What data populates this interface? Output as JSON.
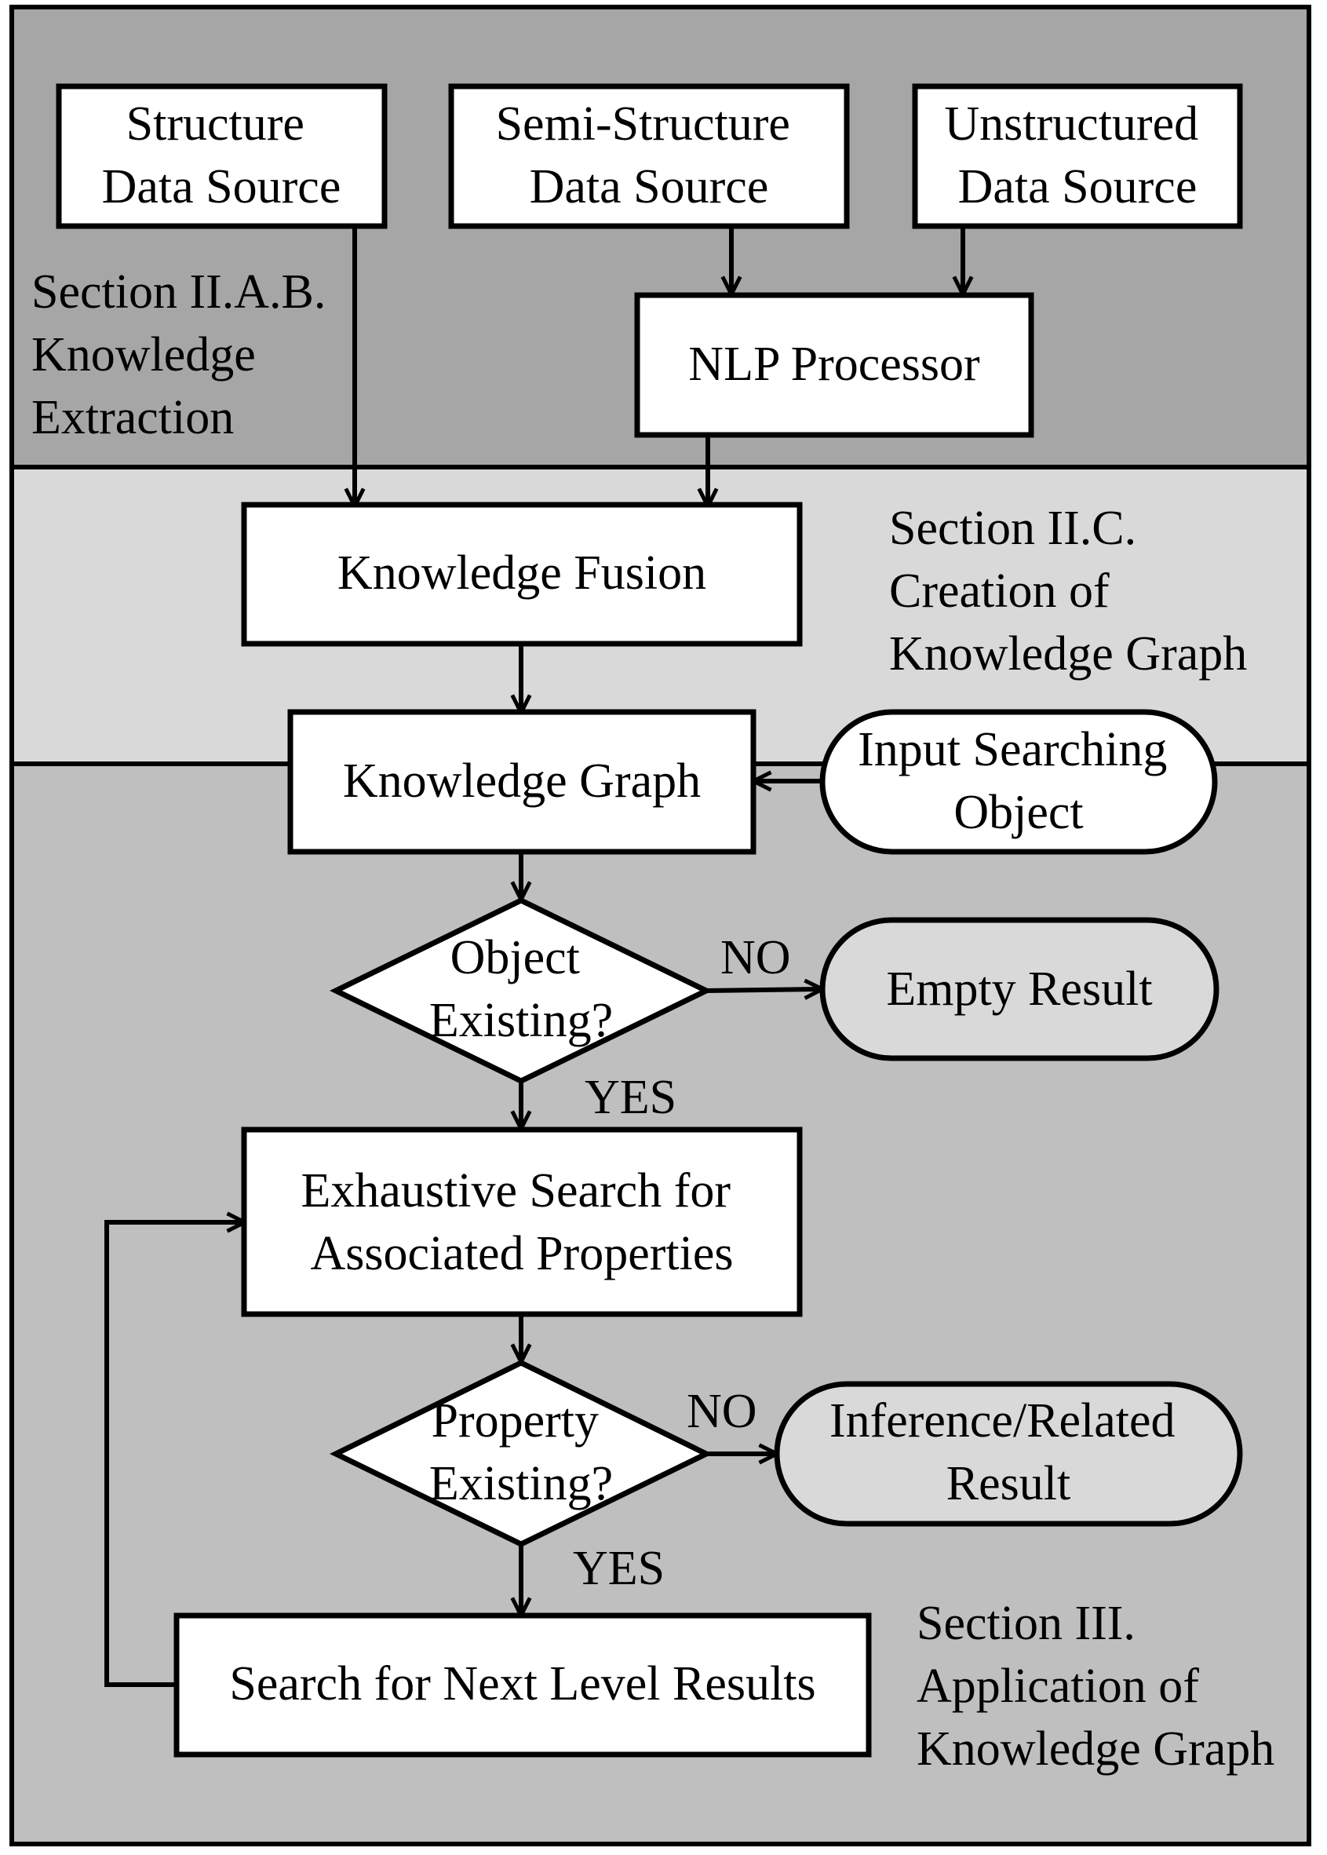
{
  "colors": {
    "region_extraction": "#a6a6a6",
    "region_creation": "#d9d9d9",
    "region_application": "#bfbfbf",
    "box_fill": "#ffffff",
    "result_fill": "#d9d9d9",
    "line": "#000000"
  },
  "sections": {
    "extraction": [
      "Section II.A.B.",
      "Knowledge",
      "Extraction"
    ],
    "creation": [
      "Section II.C.",
      "Creation of",
      "Knowledge Graph"
    ],
    "application": [
      "Section III.",
      "Application of",
      "Knowledge Graph"
    ]
  },
  "nodes": {
    "structure_source": [
      "Structure",
      "Data Source"
    ],
    "semi_structure_source": [
      "Semi-Structure",
      "Data Source"
    ],
    "unstructured_source": [
      "Unstructured",
      "Data Source"
    ],
    "nlp_processor": [
      "NLP Processor"
    ],
    "knowledge_fusion": [
      "Knowledge Fusion"
    ],
    "knowledge_graph": [
      "Knowledge Graph"
    ],
    "input_searching_object": [
      "Input Searching",
      "Object"
    ],
    "object_existing": [
      "Object",
      "Existing?"
    ],
    "empty_result": [
      "Empty Result"
    ],
    "exhaustive_search": [
      "Exhaustive Search for",
      "Associated Properties"
    ],
    "property_existing": [
      "Property",
      "Existing?"
    ],
    "inference_result": [
      "Inference/Related",
      "Result"
    ],
    "next_level_search": [
      "Search for Next Level Results"
    ]
  },
  "edge_labels": {
    "object_no": "NO",
    "object_yes": "YES",
    "property_no": "NO",
    "property_yes": "YES"
  }
}
